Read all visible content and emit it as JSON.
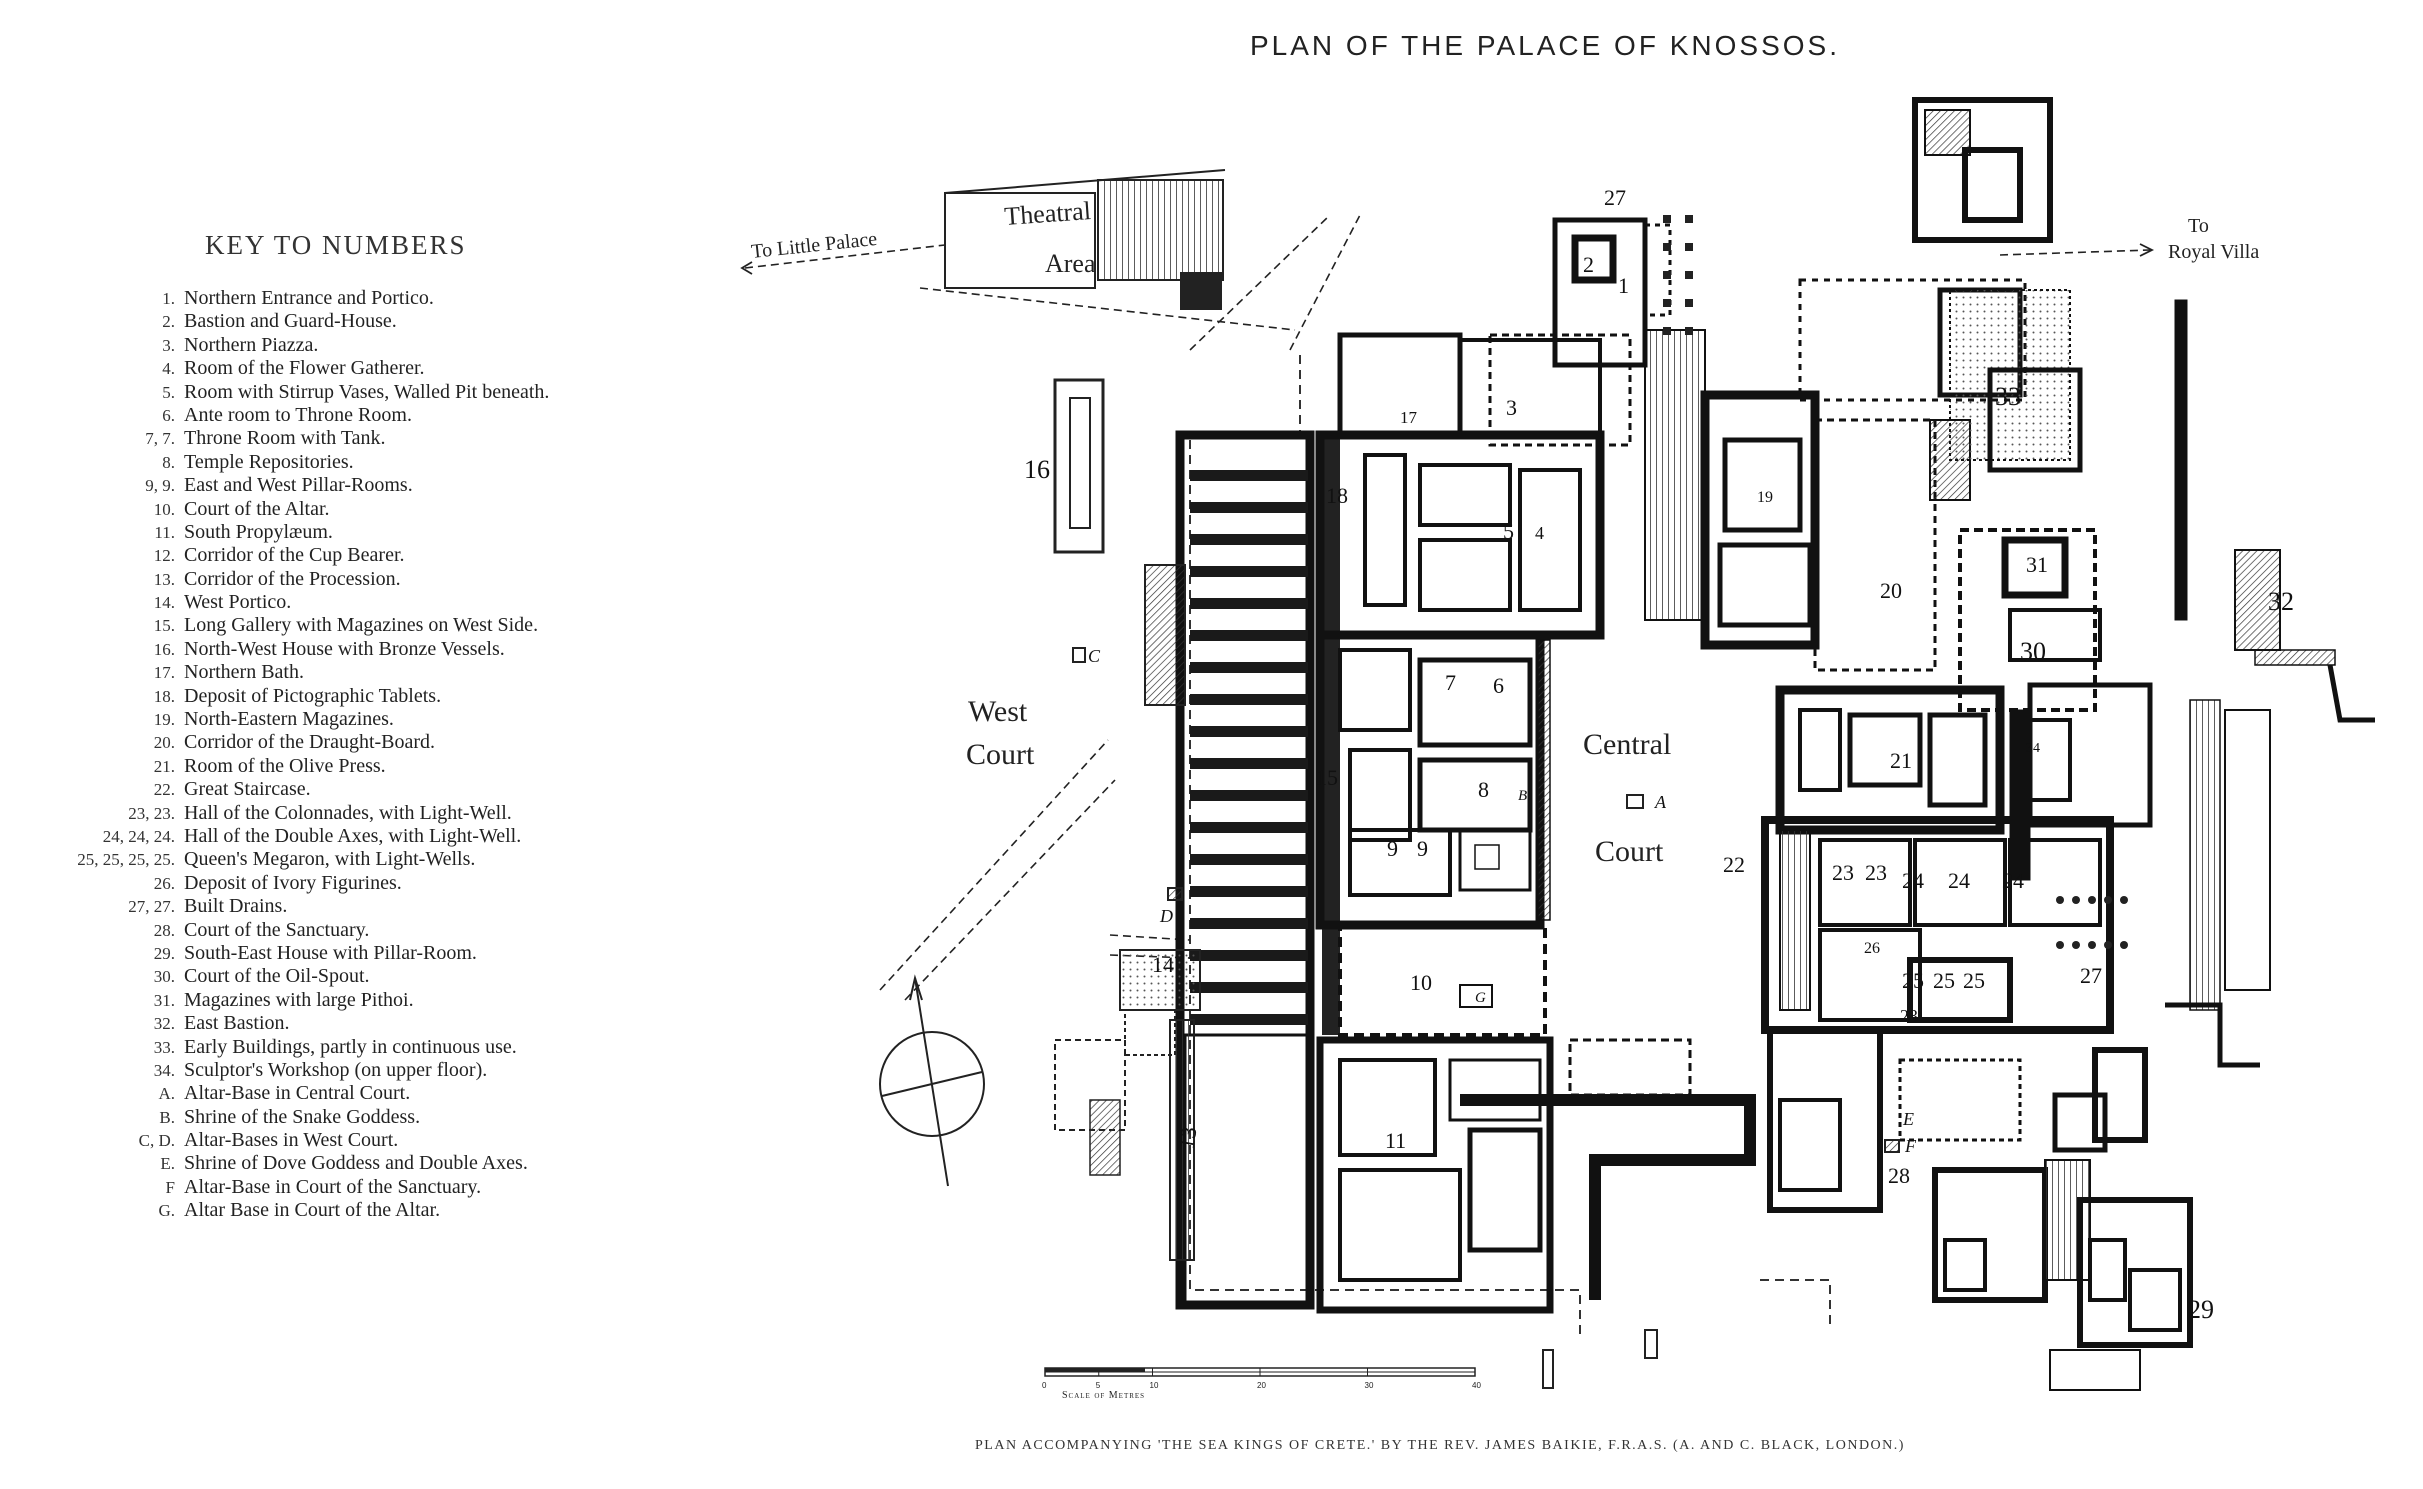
{
  "title": "PLAN OF THE PALACE OF KNOSSOS.",
  "key": {
    "heading": "KEY TO NUMBERS",
    "items": [
      {
        "num": "1.",
        "text": "Northern Entrance and Portico."
      },
      {
        "num": "2.",
        "text": "Bastion and Guard-House."
      },
      {
        "num": "3.",
        "text": "Northern Piazza."
      },
      {
        "num": "4.",
        "text": "Room of the Flower Gatherer."
      },
      {
        "num": "5.",
        "text": "Room with Stirrup Vases, Walled Pit beneath."
      },
      {
        "num": "6.",
        "text": "Ante room to Throne Room."
      },
      {
        "num": "7, 7.",
        "text": "Throne Room with Tank."
      },
      {
        "num": "8.",
        "text": "Temple Repositories."
      },
      {
        "num": "9, 9.",
        "text": "East and West Pillar-Rooms."
      },
      {
        "num": "10.",
        "text": "Court of the Altar."
      },
      {
        "num": "11.",
        "text": "South Propylæum."
      },
      {
        "num": "12.",
        "text": "Corridor of the Cup Bearer."
      },
      {
        "num": "13.",
        "text": "Corridor of the Procession."
      },
      {
        "num": "14.",
        "text": "West Portico."
      },
      {
        "num": "15.",
        "text": "Long Gallery with Magazines on West Side."
      },
      {
        "num": "16.",
        "text": "North-West House with Bronze Vessels."
      },
      {
        "num": "17.",
        "text": "Northern Bath."
      },
      {
        "num": "18.",
        "text": "Deposit of Pictographic Tablets."
      },
      {
        "num": "19.",
        "text": "North-Eastern Magazines."
      },
      {
        "num": "20.",
        "text": "Corridor of the Draught-Board."
      },
      {
        "num": "21.",
        "text": "Room of the Olive Press."
      },
      {
        "num": "22.",
        "text": "Great Staircase."
      },
      {
        "num": "23, 23.",
        "text": "Hall of the Colonnades, with Light-Well."
      },
      {
        "num": "24, 24, 24.",
        "text": "Hall of the Double Axes, with Light-Well."
      },
      {
        "num": "25, 25, 25, 25.",
        "text": "Queen's Megaron, with Light-Wells."
      },
      {
        "num": "26.",
        "text": "Deposit of Ivory Figurines."
      },
      {
        "num": "27, 27.",
        "text": "Built Drains."
      },
      {
        "num": "28.",
        "text": "Court of the Sanctuary."
      },
      {
        "num": "29.",
        "text": "South-East House with Pillar-Room."
      },
      {
        "num": "30.",
        "text": "Court of the Oil-Spout."
      },
      {
        "num": "31.",
        "text": "Magazines with large Pithoi."
      },
      {
        "num": "32.",
        "text": "East Bastion."
      },
      {
        "num": "33.",
        "text": "Early Buildings, partly in continuous use."
      },
      {
        "num": "34.",
        "text": "Sculptor's Workshop (on upper floor)."
      },
      {
        "num": "A.",
        "text": "Altar-Base in Central Court."
      },
      {
        "num": "B.",
        "text": "Shrine of the Snake Goddess."
      },
      {
        "num": "C, D.",
        "text": "Altar-Bases in West Court."
      },
      {
        "num": "E.",
        "text": "Shrine of Dove Goddess and Double Axes."
      },
      {
        "num": "F",
        "text": "Altar-Base in Court of the Sanctuary."
      },
      {
        "num": "G.",
        "text": "Altar Base in Court of the Altar."
      }
    ]
  },
  "map": {
    "to_little_palace": "To Little Palace",
    "to_royal_villa": [
      "To",
      "Royal Villa"
    ],
    "theatral_area": [
      "Theatral",
      "Area"
    ],
    "west_court": [
      "West",
      "Court"
    ],
    "central_court": [
      "Central",
      "Court"
    ],
    "room_numbers": {
      "n1": "1",
      "n2": "2",
      "n3": "3",
      "n5": "5",
      "n4": "4",
      "n6": "6",
      "n7": "7",
      "n8": "8",
      "n9a": "9",
      "n9b": "9",
      "n10": "10",
      "n11": "11",
      "n13": "13",
      "n14": "14",
      "n15": "15",
      "n16": "16",
      "n17": "17",
      "n18": "18",
      "n19": "19",
      "n20": "20",
      "n21": "21",
      "n22": "22",
      "n23a": "23",
      "n23b": "23",
      "n23c": "23",
      "n24a": "24",
      "n24b": "24",
      "n24c": "24",
      "n25a": "25",
      "n25b": "25",
      "n25c": "25",
      "n26": "26",
      "n27a": "27",
      "n27b": "27",
      "n28": "28",
      "n29": "29",
      "n30": "30",
      "n31": "31",
      "n32": "32",
      "n33": "33",
      "n34": "34"
    },
    "letters": {
      "A": "A",
      "B": "B",
      "C": "C",
      "D": "D",
      "E": "E",
      "F": "F",
      "G": "G"
    },
    "scale": {
      "caption": "Scale of Metres",
      "ticks": [
        "0",
        "5",
        "10",
        "20",
        "30",
        "40"
      ]
    }
  },
  "footer": "PLAN ACCOMPANYING 'THE SEA KINGS OF CRETE.' BY THE REV. JAMES BAIKIE, F.R.A.S.  (A. AND C. BLACK, LONDON.)"
}
